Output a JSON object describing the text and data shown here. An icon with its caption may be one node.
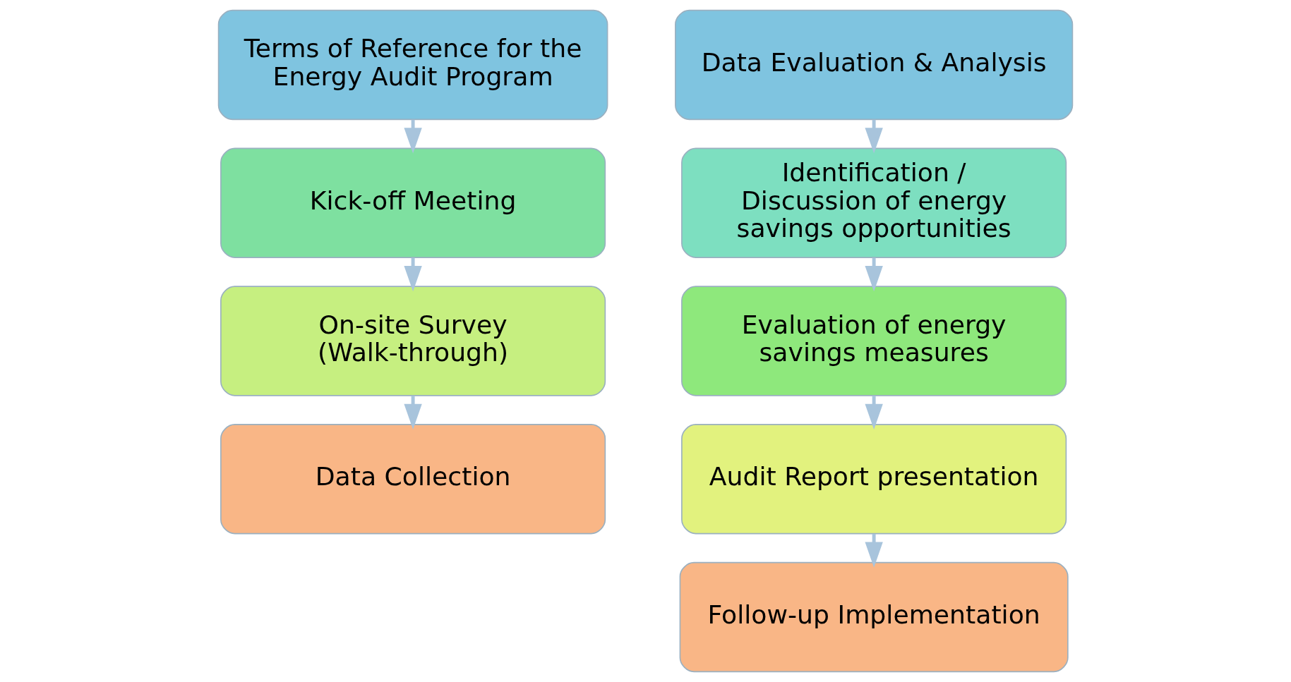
{
  "diagram": {
    "nodes": [
      {
        "text": [
          "Terms of Reference for the Energy Audit Program"
        ]
      },
      {
        "text": [
          "Kick-off Meeting"
        ]
      },
      {
        "text": [
          "On-site Survey (Walk-through)"
        ]
      },
      {
        "text": [
          "Data Collection"
        ]
      },
      {
        "text": [
          "Data Evaluation & Analysis"
        ]
      },
      {
        "text": [
          "Identification / Discussion of energy savings opportunities"
        ]
      },
      {
        "text": [
          "Evaluation of energy savings measures"
        ]
      },
      {
        "text": [
          "Audit Report presentation"
        ]
      },
      {
        "text": [
          "Follow-up Implementation"
        ]
      }
    ],
    "edges": [
      {
        "from": 0,
        "to": 1,
        "arrow": "to"
      },
      {
        "from": 1,
        "to": 2,
        "arrow": "to"
      },
      {
        "from": 2,
        "to": 3,
        "arrow": "to"
      },
      {
        "from": 4,
        "to": 5,
        "arrow": "to"
      },
      {
        "from": 5,
        "to": 6,
        "arrow": "to"
      },
      {
        "from": 6,
        "to": 7,
        "arrow": "to"
      },
      {
        "from": 7,
        "to": 8,
        "arrow": "to"
      }
    ]
  }
}
